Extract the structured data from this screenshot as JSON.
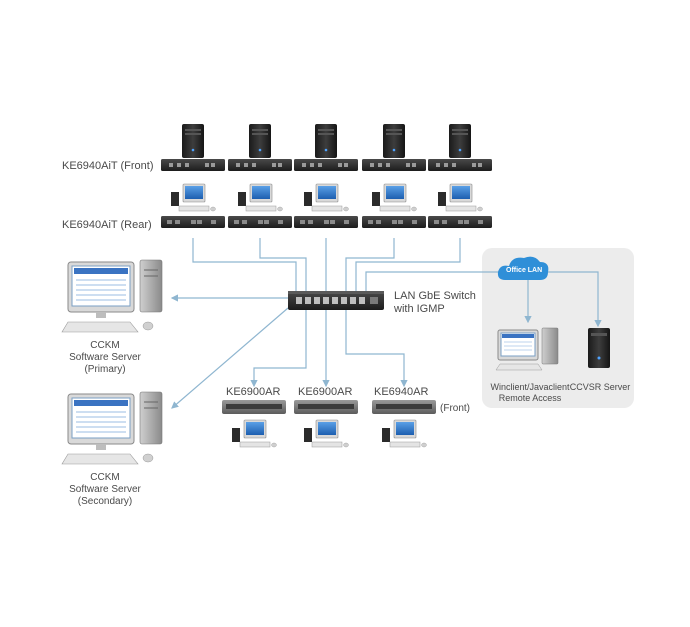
{
  "labels": {
    "front_row": "KE6940AiT (Front)",
    "rear_row": "KE6940AiT (Rear)",
    "switch": [
      "LAN GbE Switch",
      "with IGMP"
    ],
    "cckm_primary": [
      "CCKM",
      "Software Server",
      "(Primary)"
    ],
    "cckm_secondary": [
      "CCKM",
      "Software Server",
      "(Secondary)"
    ],
    "receivers": [
      "KE6900AR",
      "KE6900AR",
      "KE6940AR"
    ],
    "receivers_suffix": "(Front)",
    "office_lan": "Office LAN",
    "remote_access": [
      "Winclient/Javaclient",
      "Remote Access"
    ],
    "ccvsr": "CCVSR Server"
  },
  "colors": {
    "line": "#8fb6d0",
    "device_dark": "#2b2b2b",
    "cloud": "#2f8fd8",
    "panel": "#ececec"
  },
  "icons": {
    "server": "tower-server-icon",
    "kvm_unit": "kvm-extender-icon",
    "workstation": "desktop-workstation-icon",
    "switch": "network-switch-icon",
    "cloud": "cloud-icon",
    "receiver": "kvm-receiver-icon"
  }
}
